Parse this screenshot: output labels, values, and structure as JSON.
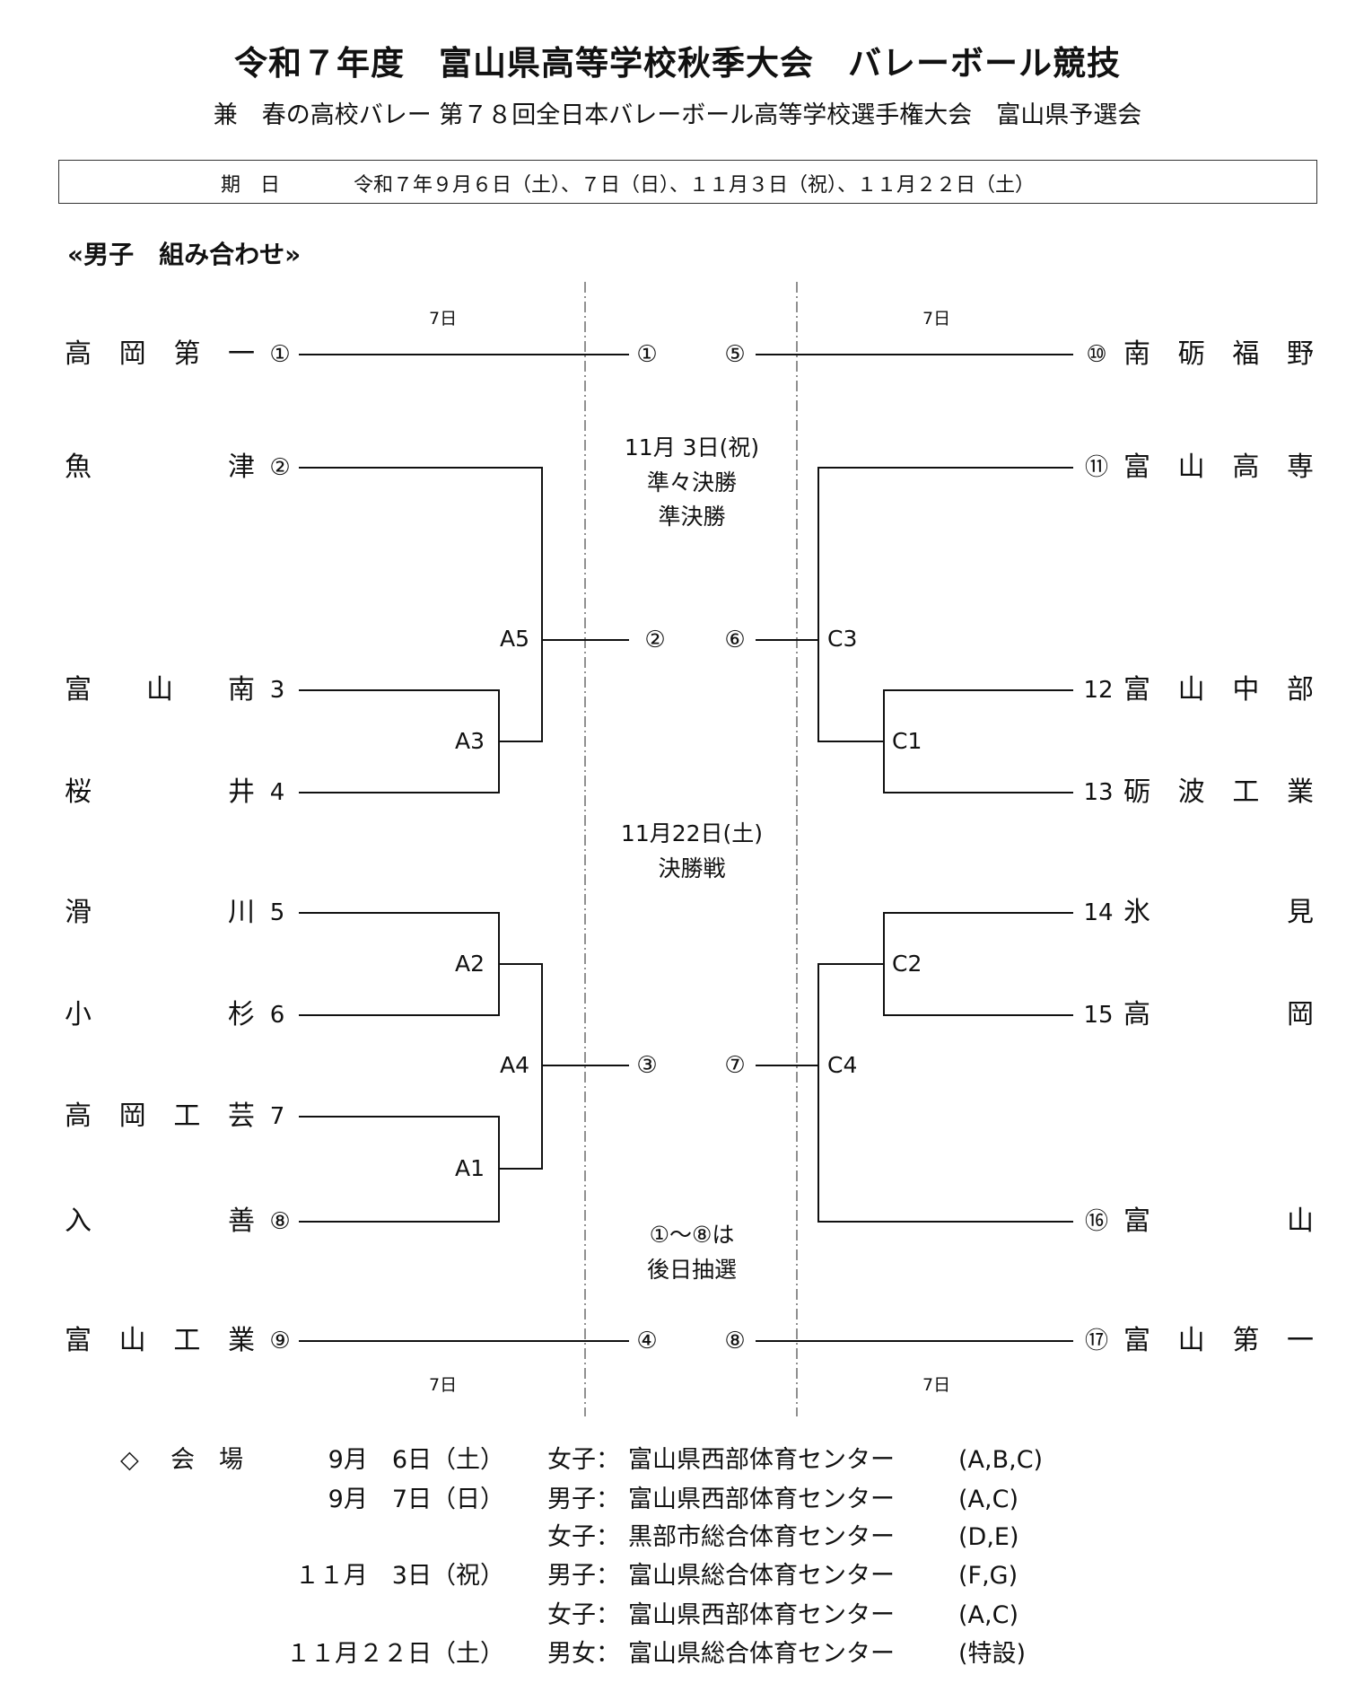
{
  "header": {
    "title": "令和７年度　富山県高等学校秋季大会　バレーボール競技",
    "subtitle": "兼　春の高校バレー 第７８回全日本バレーボール高等学校選手権大会　富山県予選会",
    "dates_label": "期　日",
    "dates_value": "令和７年９月６日（土）、７日（日）、１１月３日（祝）、１１月２２日（土）"
  },
  "section_title": "«男子　組み合わせ»",
  "bracket": {
    "left_teams": [
      {
        "name": "高岡第一",
        "seed": "①"
      },
      {
        "name": "魚津",
        "seed": "②"
      },
      {
        "name": "富山南",
        "seed": "3"
      },
      {
        "name": "桜井",
        "seed": "4"
      },
      {
        "name": "滑川",
        "seed": "5"
      },
      {
        "name": "小杉",
        "seed": "6"
      },
      {
        "name": "高岡工芸",
        "seed": "7"
      },
      {
        "name": "入善",
        "seed": "⑧"
      },
      {
        "name": "富山工業",
        "seed": "⑨"
      }
    ],
    "right_teams": [
      {
        "name": "南砺福野",
        "seed": "⑩"
      },
      {
        "name": "富山高専",
        "seed": "⑪"
      },
      {
        "name": "富山中部",
        "seed": "12"
      },
      {
        "name": "砺波工業",
        "seed": "13"
      },
      {
        "name": "氷見",
        "seed": "14"
      },
      {
        "name": "高岡",
        "seed": "15"
      },
      {
        "name": "富山",
        "seed": "⑯"
      },
      {
        "name": "富山第一",
        "seed": "⑰"
      }
    ],
    "match_labels": {
      "A1": "A1",
      "A2": "A2",
      "A3": "A3",
      "A4": "A4",
      "A5": "A5",
      "C1": "C1",
      "C2": "C2",
      "C3": "C3",
      "C4": "C4"
    },
    "slots_left": [
      "①",
      "②",
      "③",
      "④"
    ],
    "slots_right": [
      "⑤",
      "⑥",
      "⑦",
      "⑧"
    ],
    "day_label": "7日",
    "center_notes": {
      "semis_date": "11月 3日(祝)",
      "quarterfinal": "準々決勝",
      "semifinal": "準決勝",
      "final_date": "11月22日(土)",
      "final": "決勝戦",
      "lottery_1": "①～⑧は",
      "lottery_2": "後日抽選"
    }
  },
  "venues": {
    "label_mark": "◇",
    "label": "会　場",
    "rows": [
      {
        "date": "9月　6日（土）",
        "who": "女子：",
        "place": "富山県西部体育センター",
        "courts": "(A,B,C)"
      },
      {
        "date": "9月　7日（日）",
        "who": "男子：",
        "place": "富山県西部体育センター",
        "courts": "(A,C)"
      },
      {
        "date": "",
        "who": "女子：",
        "place": "黒部市総合体育センター",
        "courts": "(D,E)"
      },
      {
        "date": "１１月　3日（祝）",
        "who": "男子：",
        "place": "富山県総合体育センター",
        "courts": "(F,G)"
      },
      {
        "date": "",
        "who": "女子：",
        "place": "富山県西部体育センター",
        "courts": "(A,C)"
      },
      {
        "date": "１１月２２日（土）",
        "who": "男女：",
        "place": "富山県総合体育センター",
        "courts": "(特設)"
      }
    ]
  }
}
